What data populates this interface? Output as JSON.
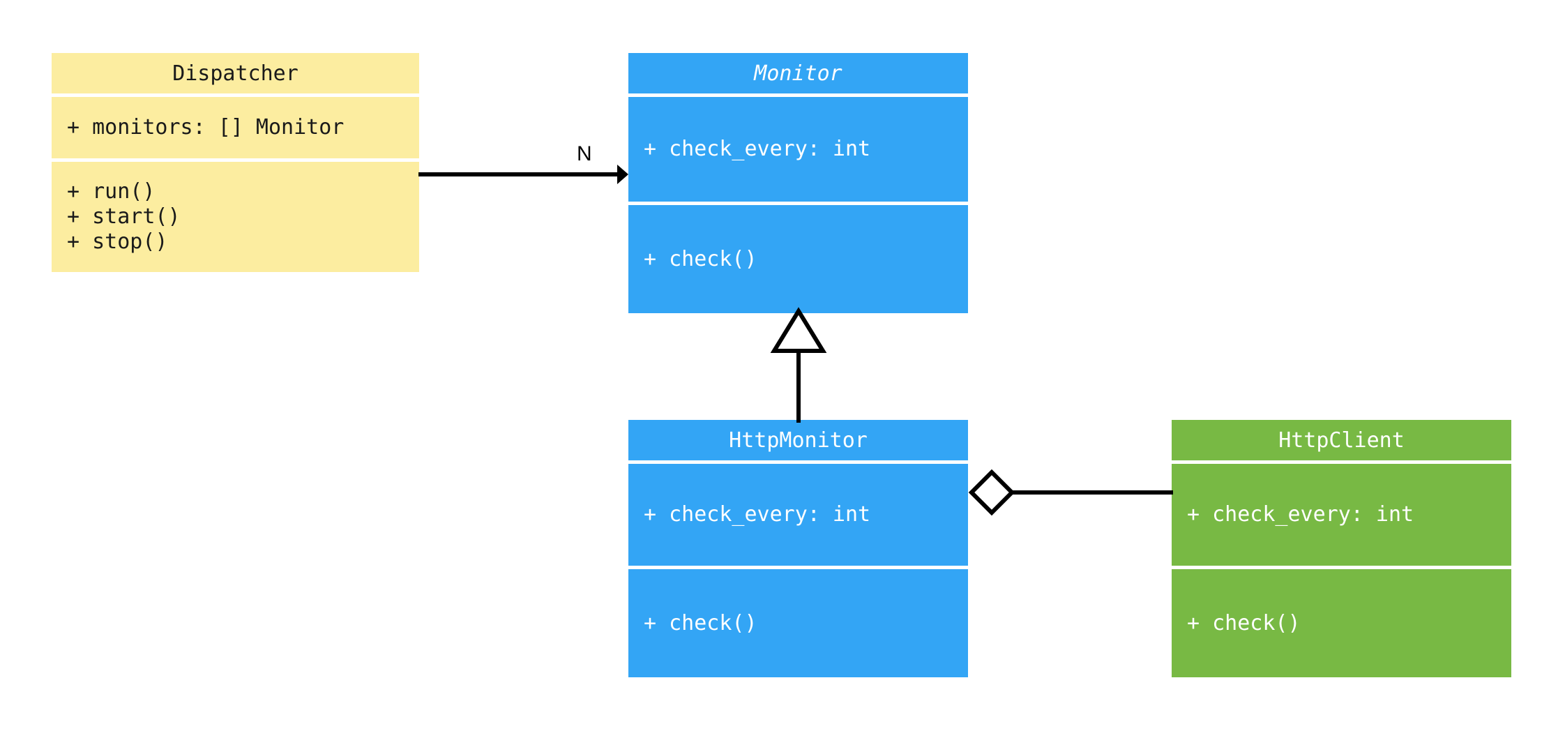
{
  "diagram": {
    "type": "uml-class-diagram",
    "background": "#ffffff",
    "palette": {
      "yellow": "#fceda0",
      "blue": "#33a5f5",
      "green": "#78b944",
      "line": "#000000",
      "text_dark": "#1a1a1a",
      "text_light": "#ffffff"
    }
  },
  "classes": [
    {
      "id": "dispatcher",
      "name": "Dispatcher",
      "abstract": false,
      "color": "#fceda0",
      "attributes": [
        "+ monitors: [] Monitor"
      ],
      "methods": [
        "+ run()",
        "+ start()",
        "+ stop()"
      ]
    },
    {
      "id": "monitor",
      "name": "Monitor",
      "abstract": true,
      "color": "#33a5f5",
      "attributes": [
        "+ check_every: int"
      ],
      "methods": [
        "+ check()"
      ]
    },
    {
      "id": "httpmonitor",
      "name": "HttpMonitor",
      "abstract": false,
      "color": "#33a5f5",
      "attributes": [
        "+ check_every: int"
      ],
      "methods": [
        "+ check()"
      ]
    },
    {
      "id": "httpclient",
      "name": "HttpClient",
      "abstract": false,
      "color": "#78b944",
      "attributes": [
        "+ check_every: int"
      ],
      "methods": [
        "+ check()"
      ]
    }
  ],
  "relationships": [
    {
      "id": "dispatcher-monitor",
      "kind": "association",
      "from": "Dispatcher",
      "to": "Monitor",
      "label": "N",
      "arrowhead": "filled-arrow"
    },
    {
      "id": "httpmonitor-monitor",
      "kind": "generalization",
      "from": "HttpMonitor",
      "to": "Monitor",
      "label": "",
      "arrowhead": "hollow-triangle"
    },
    {
      "id": "httpmonitor-httpclient",
      "kind": "aggregation",
      "from": "HttpMonitor",
      "to": "HttpClient",
      "label": "",
      "arrowhead": "hollow-diamond"
    }
  ]
}
